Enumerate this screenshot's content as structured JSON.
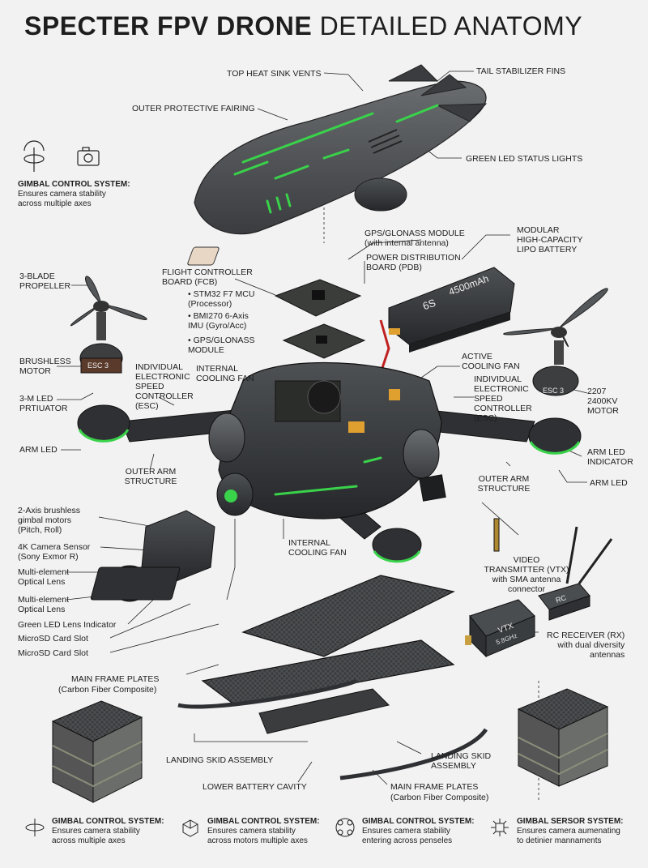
{
  "title": {
    "bold": "SPECTER FPV DRONE",
    "light": "DETAILED ANATOMY"
  },
  "labels": {
    "top_heat_sink_vents": "TOP HEAT SINK VENTS",
    "tail_stabilizer_fins": "TAIL STABILIZER FINS",
    "outer_protective_fairing": "OUTER PROTECTIVE FAIRING",
    "green_led_status_lights": "GREEN LED STATUS LIGHTS",
    "gps_glonass_module": "GPS/GLONASS MODULE\n(with internal antenna)",
    "modular_battery": "MODULAR\nHIGH-CAPACITY\nLIPO BATTERY",
    "three_blade_propeller": "3-BLADE\nPROPELLER",
    "flight_controller_board": "FLIGHT CONTROLLER\nBOARD (FCB)",
    "power_distribution_board": "POWER DISTRIBUTION\nBOARD (PDB)",
    "fcb_mcu": "• STM32 F7 MCU\n(Processor)",
    "fcb_imu": "• BMI270 6-Axis\nIMU (Gyro/Acc)",
    "fcb_gps": "• GPS/GLONASS\nMODULE",
    "brushless_motor": "BRUSHLESS\nMOTOR",
    "individual_esc_left": "INDIVIDUAL\nELECTRONIC\nSPEED\nCONTROLLER\n(ESC)",
    "internal_cooling_fan_top": "INTERNAL\nCOOLING FAN",
    "active_cooling_fan": "ACTIVE\nCOOLING FAN",
    "individual_esc_right": "INDIVIDUAL\nELECTRONIC\nSPEED\nCONTROLLER\n(ESC)",
    "motor_2207": "2207\n2400KV\nMOTOR",
    "led_actuator": "3-M LED\nPRTIUATOR",
    "arm_led_left": "ARM LED",
    "outer_arm_structure_left": "OUTER ARM\nSTRUCTURE",
    "arm_led_indicator": "ARM LED\nINDICATOR",
    "arm_led_right": "ARM LED",
    "outer_arm_structure_right": "OUTER ARM\nSTRUCTURE",
    "gimbal_motors": "2-Axis brushless\ngimbal motors\n(Pitch, Roll)",
    "camera_sensor": "4K Camera Sensor\n(Sony Exmor R)",
    "optical_lens_1": "Multi-element\nOptical Lens",
    "optical_lens_2": "Multi-element\nOptical Lens",
    "green_led_lens": "Green LED Lens Indicator",
    "microsd_1": "MicroSD Card Slot",
    "microsd_2": "MicroSD Card Slot",
    "internal_cooling_fan_mid": "INTERNAL\nCOOLING FAN",
    "video_transmitter": "VIDEO\nTRANSMITTER (VTX)\nwith SMA antenna\nconnector",
    "rc_receiver": "RC RECEIVER (RX)\nwith dual diversity\nantennas",
    "main_frame_plates_top": "MAIN FRAME PLATES",
    "main_frame_plates_top_sub": "(Carbon Fiber Composite)",
    "landing_skid_left": "LANDING SKID ASSEMBLY",
    "landing_skid_right": "LANDING SKID\nASSEMBLY",
    "lower_battery_cavity": "LOWER BATTERY CAVITY",
    "main_frame_plates_bottom": "MAIN FRAME PLATES",
    "main_frame_plates_bottom_sub": "(Carbon Fiber Composite)"
  },
  "component_text": {
    "battery_cells": "6S",
    "battery_capacity": "4500mAh",
    "esc_left": "ESC 3",
    "esc_right": "ESC 3",
    "vtx_label": "VTX",
    "vtx_freq": "5.8GHz",
    "rc_label": "RC"
  },
  "gimbal_top": {
    "heading": "GIMBAL CONTROL SYSTEM:",
    "body": "Ensures camera stability\nacross multiple axes"
  },
  "legend": [
    {
      "icon": "gimbal-rotate-icon",
      "heading": "GIMBAL CONTROL SYSTEM:",
      "body": "Ensures camera stability\nacross multiple axes"
    },
    {
      "icon": "axes-cube-icon",
      "heading": "GIMBAL CONTROL SYSTEM:",
      "body": "Ensures camera stability\nacross motors multiple axes"
    },
    {
      "icon": "drone-quad-icon",
      "heading": "GIMBAL CONTROL SYSTEM:",
      "body": "Ensures camera stability\nentering across penseles"
    },
    {
      "icon": "sensor-chip-icon",
      "heading": "GIMBAL SERSOR SYSTEM:",
      "body": "Ensures camera aumenating\nto detinier mannaments"
    }
  ],
  "colors": {
    "body": "#4a4d50",
    "dark": "#2e3033",
    "led": "#39d24a",
    "pcb": "#3a3d3a",
    "background": "#f1f2f1"
  }
}
